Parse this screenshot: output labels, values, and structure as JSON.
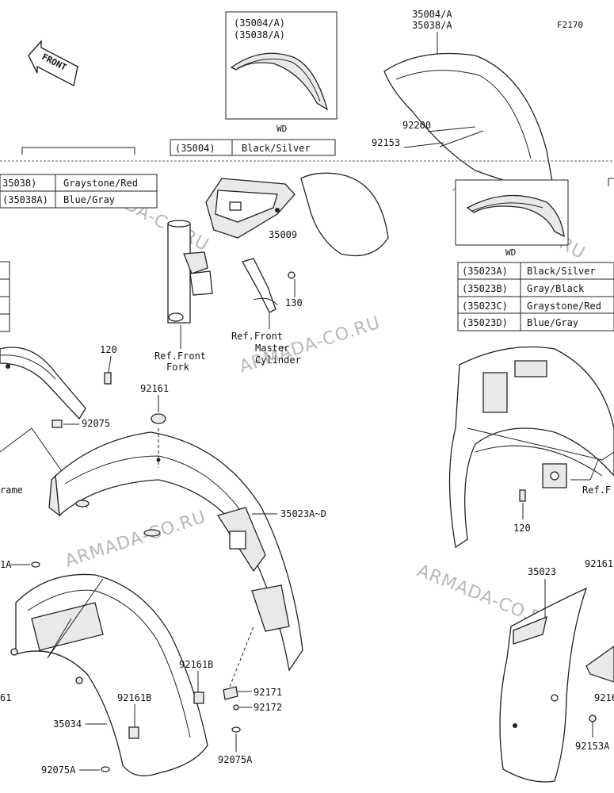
{
  "diagram_code": "F2170",
  "watermark": "ARMADA-CO.RU",
  "front_arrow_label": "FRONT",
  "inset_top": {
    "refs": [
      "(35004/A)",
      "(35038/A)"
    ],
    "caption": "WD"
  },
  "inset_right": {
    "caption": "WD"
  },
  "table_35004": {
    "rows": [
      {
        "code": "(35004)",
        "color": "Black/Silver"
      }
    ]
  },
  "table_35038": {
    "rows": [
      {
        "code": "35038)",
        "color": "Graystone/Red"
      },
      {
        "code": "(35038A)",
        "color": "Blue/Gray"
      }
    ]
  },
  "table_35023": {
    "rows": [
      {
        "code": "(35023A)",
        "color": "Black/Silver"
      },
      {
        "code": "(35023B)",
        "color": "Gray/Black"
      },
      {
        "code": "(35023C)",
        "color": "Graystone/Red"
      },
      {
        "code": "(35023D)",
        "color": "Blue/Gray"
      }
    ]
  },
  "callouts": {
    "p35004_a": "35004/A",
    "p35038_a": "35038/A",
    "p92200": "92200",
    "p92153": "92153",
    "p35009": "35009",
    "p130": "130",
    "p120_top": "120",
    "p92161_top": "92161",
    "p92075": "92075",
    "p35023ad": "35023A~D",
    "p120_right": "120",
    "p35023": "35023",
    "p92161_right": "92161",
    "p92161_far": "9216",
    "p92153a": "92153A",
    "p92171": "92171",
    "p92172": "92172",
    "p92161b_1": "92161B",
    "p92161b_2": "92161B",
    "p35034": "35034",
    "p92075a_1": "92075A",
    "p92075a_2": "92075A",
    "p_left_a": "1A",
    "p_left_61": "61"
  },
  "refs": {
    "front_fork": [
      "Ref.Front",
      "Fork"
    ],
    "master_cylinder": [
      "Ref.Front",
      "Master",
      "Cylinder"
    ],
    "frame_left": "rame",
    "frame_right": "Ref.F"
  }
}
